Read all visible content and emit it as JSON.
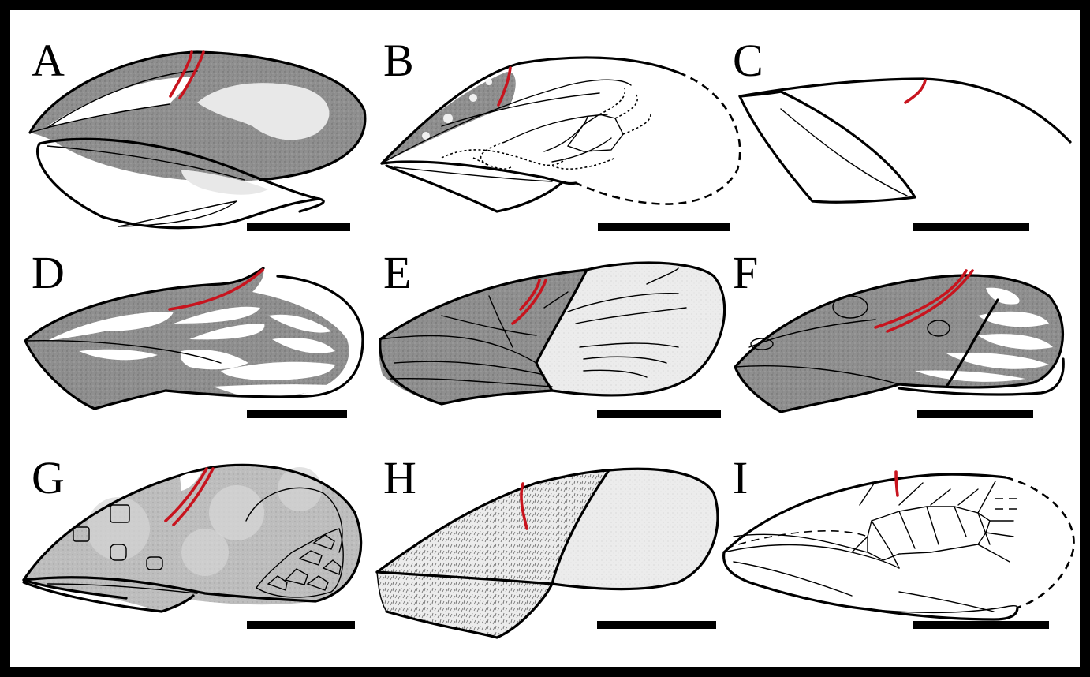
{
  "colors": {
    "background": "#ffffff",
    "border": "#000000",
    "dark_fill": "#8c8c8c",
    "light_fill": "#e8e8e8",
    "highlight_vein": "#c8141e"
  },
  "panels": [
    {
      "label": "A"
    },
    {
      "label": "B"
    },
    {
      "label": "C"
    },
    {
      "label": "D"
    },
    {
      "label": "E"
    },
    {
      "label": "F"
    },
    {
      "label": "G"
    },
    {
      "label": "H"
    },
    {
      "label": "I"
    }
  ]
}
